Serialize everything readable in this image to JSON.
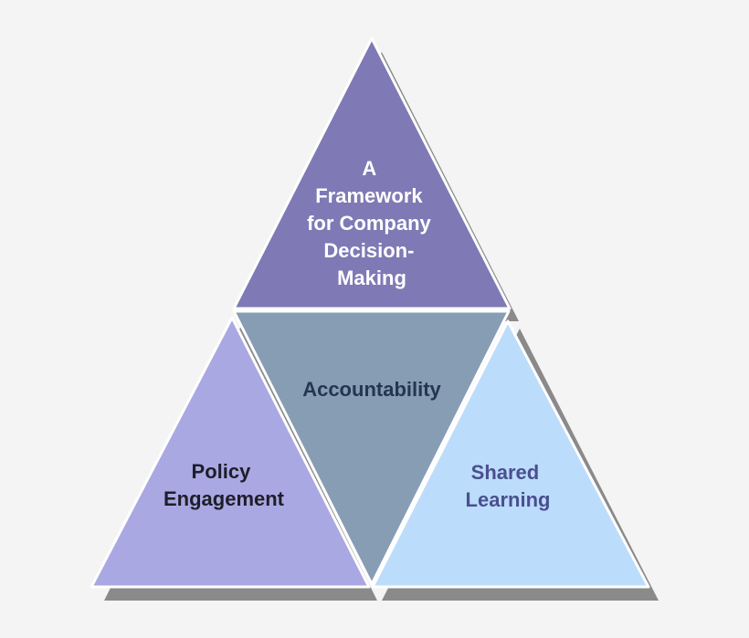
{
  "diagram": {
    "top": {
      "lines": [
        "A",
        "Framework",
        "for Company",
        "Decision-",
        "Making"
      ],
      "fill": "#7f79b5",
      "text_color": "#ffffff"
    },
    "center": {
      "lines": [
        "Accountability"
      ],
      "fill": "#879db4",
      "text_color": "#243650"
    },
    "left": {
      "lines": [
        "Policy",
        "Engagement"
      ],
      "fill": "#aaa8e2",
      "text_color": "#1e1e2a"
    },
    "right": {
      "lines": [
        "Shared",
        "Learning"
      ],
      "fill": "#bcdcfb",
      "text_color": "#4a4f8f"
    },
    "colors": {
      "background": "#f4f4f4",
      "shadow": "#777777",
      "outline": "#ffffff"
    }
  }
}
